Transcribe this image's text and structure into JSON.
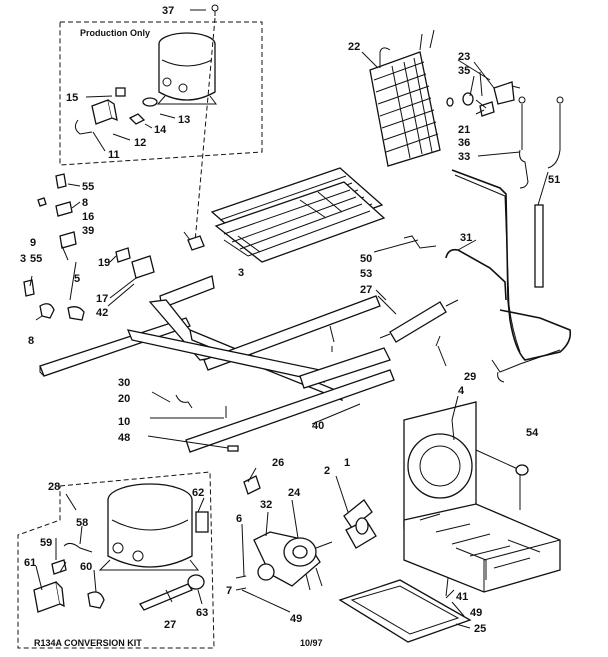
{
  "captions": {
    "production_only": "Production Only",
    "conversion_kit": "R134A CONVERSION KIT",
    "date_code": "10/97"
  },
  "labels": {
    "l37": "37",
    "l15": "15",
    "l13": "13",
    "l14": "14",
    "l12": "12",
    "l11": "11",
    "l22": "22",
    "l23": "23",
    "l35": "35",
    "l21": "21",
    "l36": "36",
    "l33": "33",
    "l51": "51",
    "l55a": "55",
    "l8a": "8",
    "l16": "16",
    "l39": "39",
    "l9": "9",
    "l3a": "3",
    "l55b": "55",
    "l19": "19",
    "l5": "5",
    "l17": "17",
    "l42": "42",
    "l8b": "8",
    "l3b": "3",
    "l31": "31",
    "l50": "50",
    "l53": "53",
    "l27a": "27",
    "l29": "29",
    "l30": "30",
    "l20": "20",
    "l10": "10",
    "l48": "48",
    "l40": "40",
    "l4": "4",
    "l54": "54",
    "l28": "28",
    "l62": "62",
    "l59": "59",
    "l58": "58",
    "l61": "61",
    "l60": "60",
    "l27b": "27",
    "l63": "63",
    "l26": "26",
    "l2": "2",
    "l1": "1",
    "l32": "32",
    "l24": "24",
    "l6": "6",
    "l7": "7",
    "l49a": "49",
    "l41": "41",
    "l49b": "49",
    "l25": "25"
  }
}
